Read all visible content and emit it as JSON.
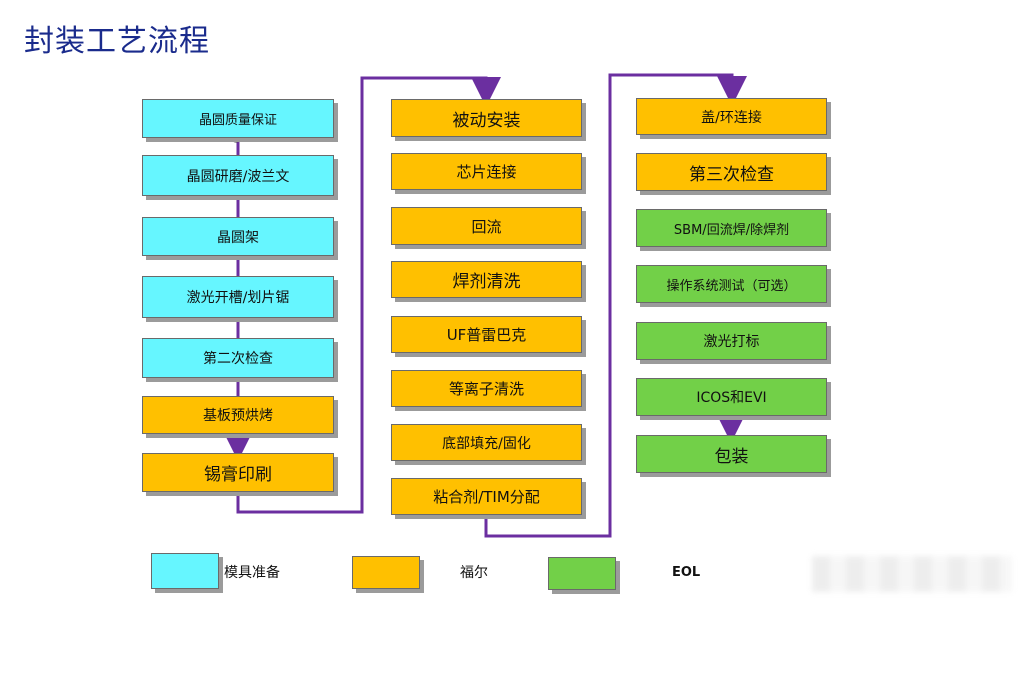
{
  "title": "封装工艺流程",
  "columns": {
    "col1": [
      {
        "label": "晶圆质量保证",
        "color": "cyan"
      },
      {
        "label": "晶圆研磨/波兰文",
        "color": "cyan"
      },
      {
        "label": "晶圆架",
        "color": "cyan"
      },
      {
        "label": "激光开槽/划片锯",
        "color": "cyan"
      },
      {
        "label": "第二次检查",
        "color": "cyan"
      },
      {
        "label": "基板预烘烤",
        "color": "orange"
      },
      {
        "label": "锡膏印刷",
        "color": "orange"
      }
    ],
    "col2": [
      {
        "label": "被动安装",
        "color": "orange"
      },
      {
        "label": "芯片连接",
        "color": "orange"
      },
      {
        "label": "回流",
        "color": "orange"
      },
      {
        "label": "焊剂清洗",
        "color": "orange"
      },
      {
        "label": "UF普雷巴克",
        "color": "orange"
      },
      {
        "label": "等离子清洗",
        "color": "orange"
      },
      {
        "label": "底部填充/固化",
        "color": "orange"
      },
      {
        "label": "粘合剂/TIM分配",
        "color": "orange"
      }
    ],
    "col3": [
      {
        "label": "盖/环连接",
        "color": "orange"
      },
      {
        "label": "第三次检查",
        "color": "orange"
      },
      {
        "label": "SBM/回流焊/除焊剂",
        "color": "green"
      },
      {
        "label": "操作系统测试（可选）",
        "color": "green"
      },
      {
        "label": "激光打标",
        "color": "green"
      },
      {
        "label": "ICOS和EVI",
        "color": "green"
      },
      {
        "label": "包装",
        "color": "green"
      }
    ]
  },
  "legend": [
    {
      "label": "模具准备",
      "color": "cyan"
    },
    {
      "label": "福尔",
      "color": "orange"
    },
    {
      "label": "EOL",
      "color": "green"
    }
  ],
  "colors": {
    "cyan": "#66f6ff",
    "orange": "#ffc000",
    "green": "#72d048",
    "connector": "#6b2fa0",
    "title": "#1a2b8c"
  }
}
